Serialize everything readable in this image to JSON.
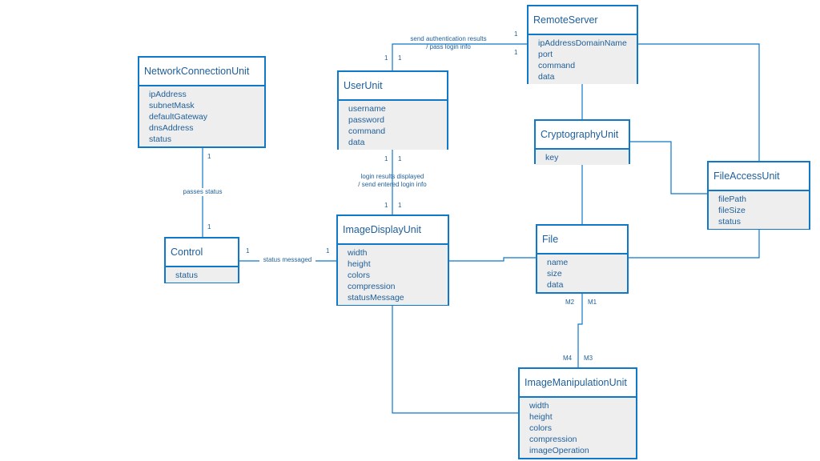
{
  "classes": {
    "remote_server": {
      "name": "RemoteServer",
      "attributes": [
        "ipAddressDomainName",
        "port",
        "command",
        "data"
      ]
    },
    "network_connection_unit": {
      "name": "NetworkConnectionUnit",
      "attributes": [
        "ipAddress",
        "subnetMask",
        "defaultGateway",
        "dnsAddress",
        "status"
      ]
    },
    "user_unit": {
      "name": "UserUnit",
      "attributes": [
        "username",
        "password",
        "command",
        "data"
      ]
    },
    "cryptography_unit": {
      "name": "CryptographyUnit",
      "attributes": [
        "key"
      ]
    },
    "file_access_unit": {
      "name": "FileAccessUnit",
      "attributes": [
        "filePath",
        "fileSize",
        "status"
      ]
    },
    "control": {
      "name": "Control",
      "attributes": [
        "status"
      ]
    },
    "image_display_unit": {
      "name": "ImageDisplayUnit",
      "attributes": [
        "width",
        "height",
        "colors",
        "compression",
        "statusMessage"
      ]
    },
    "file": {
      "name": "File",
      "attributes": [
        "name",
        "size",
        "data"
      ]
    },
    "image_manipulation_unit": {
      "name": "ImageManipulationUnit",
      "attributes": [
        "width",
        "height",
        "colors",
        "compression",
        "imageOperation"
      ]
    }
  },
  "relationship_labels": {
    "auth_line1": "send authentication results",
    "auth_line2": "/ pass login info",
    "login_line1": "login results displayed",
    "login_line2": "/ send entered login info",
    "passes_status": "passes status",
    "status_messaged": "status messaged"
  },
  "multiplicities": {
    "server_user_top": "1",
    "server_user_mid": "1",
    "user_server_left": "1",
    "user_server_right": "1",
    "user_bottom_left": "1",
    "user_bottom_right": "1",
    "display_top_left": "1",
    "display_top_right": "1",
    "network_bottom": "1",
    "control_top": "1",
    "control_right": "1",
    "display_left": "1",
    "file_m2": "M2",
    "file_m1": "M1",
    "manip_m4": "M4",
    "manip_m3": "M3"
  }
}
